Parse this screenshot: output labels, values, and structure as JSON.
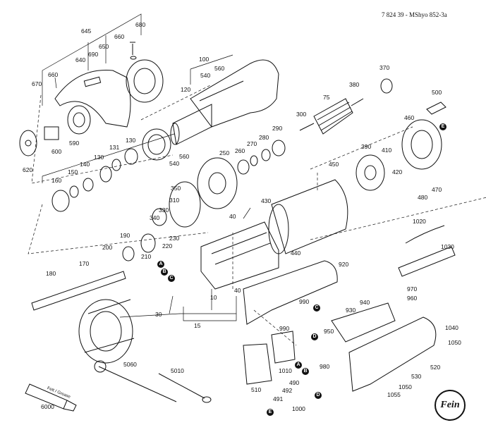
{
  "document_id": "7 824 39 - MShyo 852-3a",
  "tube_text": "Fett / Grease",
  "logo_text": "Fein",
  "markers": {
    "a": "A",
    "b": "B",
    "c": "C",
    "d": "D",
    "e": "E"
  },
  "parts": {
    "p645": "645",
    "p660a": "660",
    "p680": "680",
    "p640": "640",
    "p650": "650",
    "p690": "690",
    "p660b": "660",
    "p670": "670",
    "p600": "600",
    "p590": "590",
    "p620": "620",
    "p100": "100",
    "p540a": "540",
    "p560a": "560",
    "p120": "120",
    "p75": "75",
    "p380": "380",
    "p370": "370",
    "p500": "500",
    "p300": "300",
    "p460": "460",
    "p290": "290",
    "p280": "280",
    "p270": "270",
    "p260": "260",
    "p250": "250",
    "p130a": "130",
    "p131": "131",
    "p130b": "130",
    "p140": "140",
    "p150": "150",
    "p160": "160",
    "p540b": "540",
    "p560b": "560",
    "p450": "450",
    "p390": "390",
    "p410": "410",
    "p420": "420",
    "p470": "470",
    "p480": "480",
    "p350": "350",
    "p310": "310",
    "p330": "330",
    "p340": "340",
    "p430": "430",
    "p40a": "40",
    "p190": "190",
    "p220": "220",
    "p230": "230",
    "p200": "200",
    "p210": "210",
    "p170": "170",
    "p180": "180",
    "p1020": "1020",
    "p1030": "1030",
    "p440": "440",
    "p920": "920",
    "p970": "970",
    "p960": "960",
    "p940": "940",
    "p990a": "990",
    "p930": "930",
    "p30": "30",
    "p10": "10",
    "p40b": "40",
    "p15": "15",
    "p990b": "990",
    "p950": "950",
    "p1040": "1040",
    "p1050a": "1050",
    "p520": "520",
    "p530": "530",
    "p1050b": "1050",
    "p1055": "1055",
    "p980": "980",
    "p1010": "1010",
    "p5060": "5060",
    "p5010": "5010",
    "p510": "510",
    "p490": "490",
    "p492": "492",
    "p491": "491",
    "p1000": "1000",
    "p6000": "6000"
  },
  "colors": {
    "ink": "#111111",
    "paper": "#ffffff"
  }
}
